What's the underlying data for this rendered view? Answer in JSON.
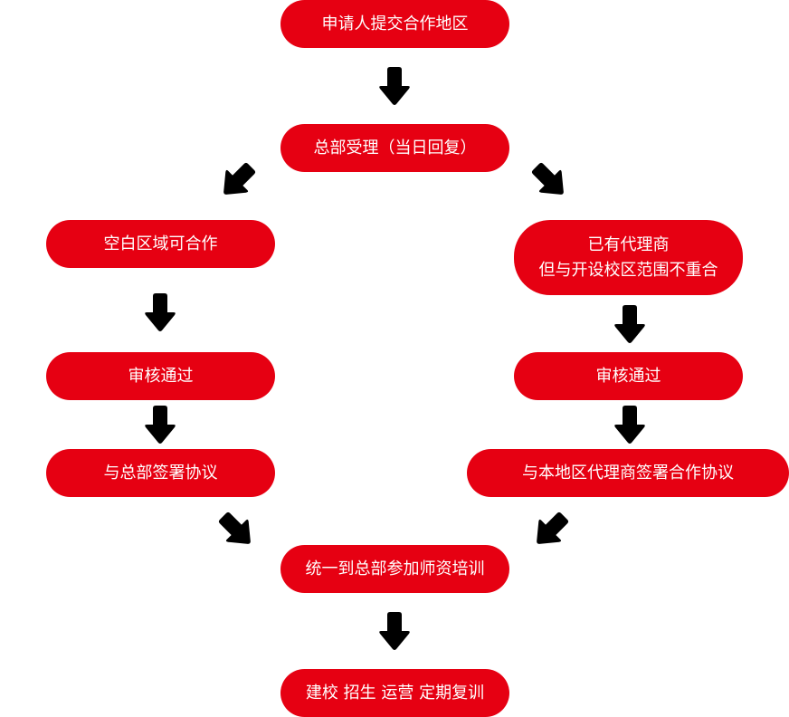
{
  "colors": {
    "node": "#e60012",
    "node_text": "#ffffff",
    "arrow": "#000000"
  },
  "nodes": {
    "submit": "申请人提交合作地区",
    "hq_accept": "总部受理（当日回复）",
    "blank_area": "空白区域可合作",
    "has_agent_line1": "已有代理商",
    "has_agent_line2": "但与开设校区范围不重合",
    "review_left": "审核通过",
    "review_right": "审核通过",
    "sign_hq": "与总部签署协议",
    "sign_agent": "与本地区代理商签署合作协议",
    "training": "统一到总部参加师资培训",
    "final": "建校 招生 运营 定期复训"
  },
  "arrows": [
    "arrow-down",
    "arrow-down-left",
    "arrow-down-right",
    "arrow-down",
    "arrow-down",
    "arrow-down",
    "arrow-down",
    "arrow-down-right",
    "arrow-down-left",
    "arrow-down"
  ]
}
